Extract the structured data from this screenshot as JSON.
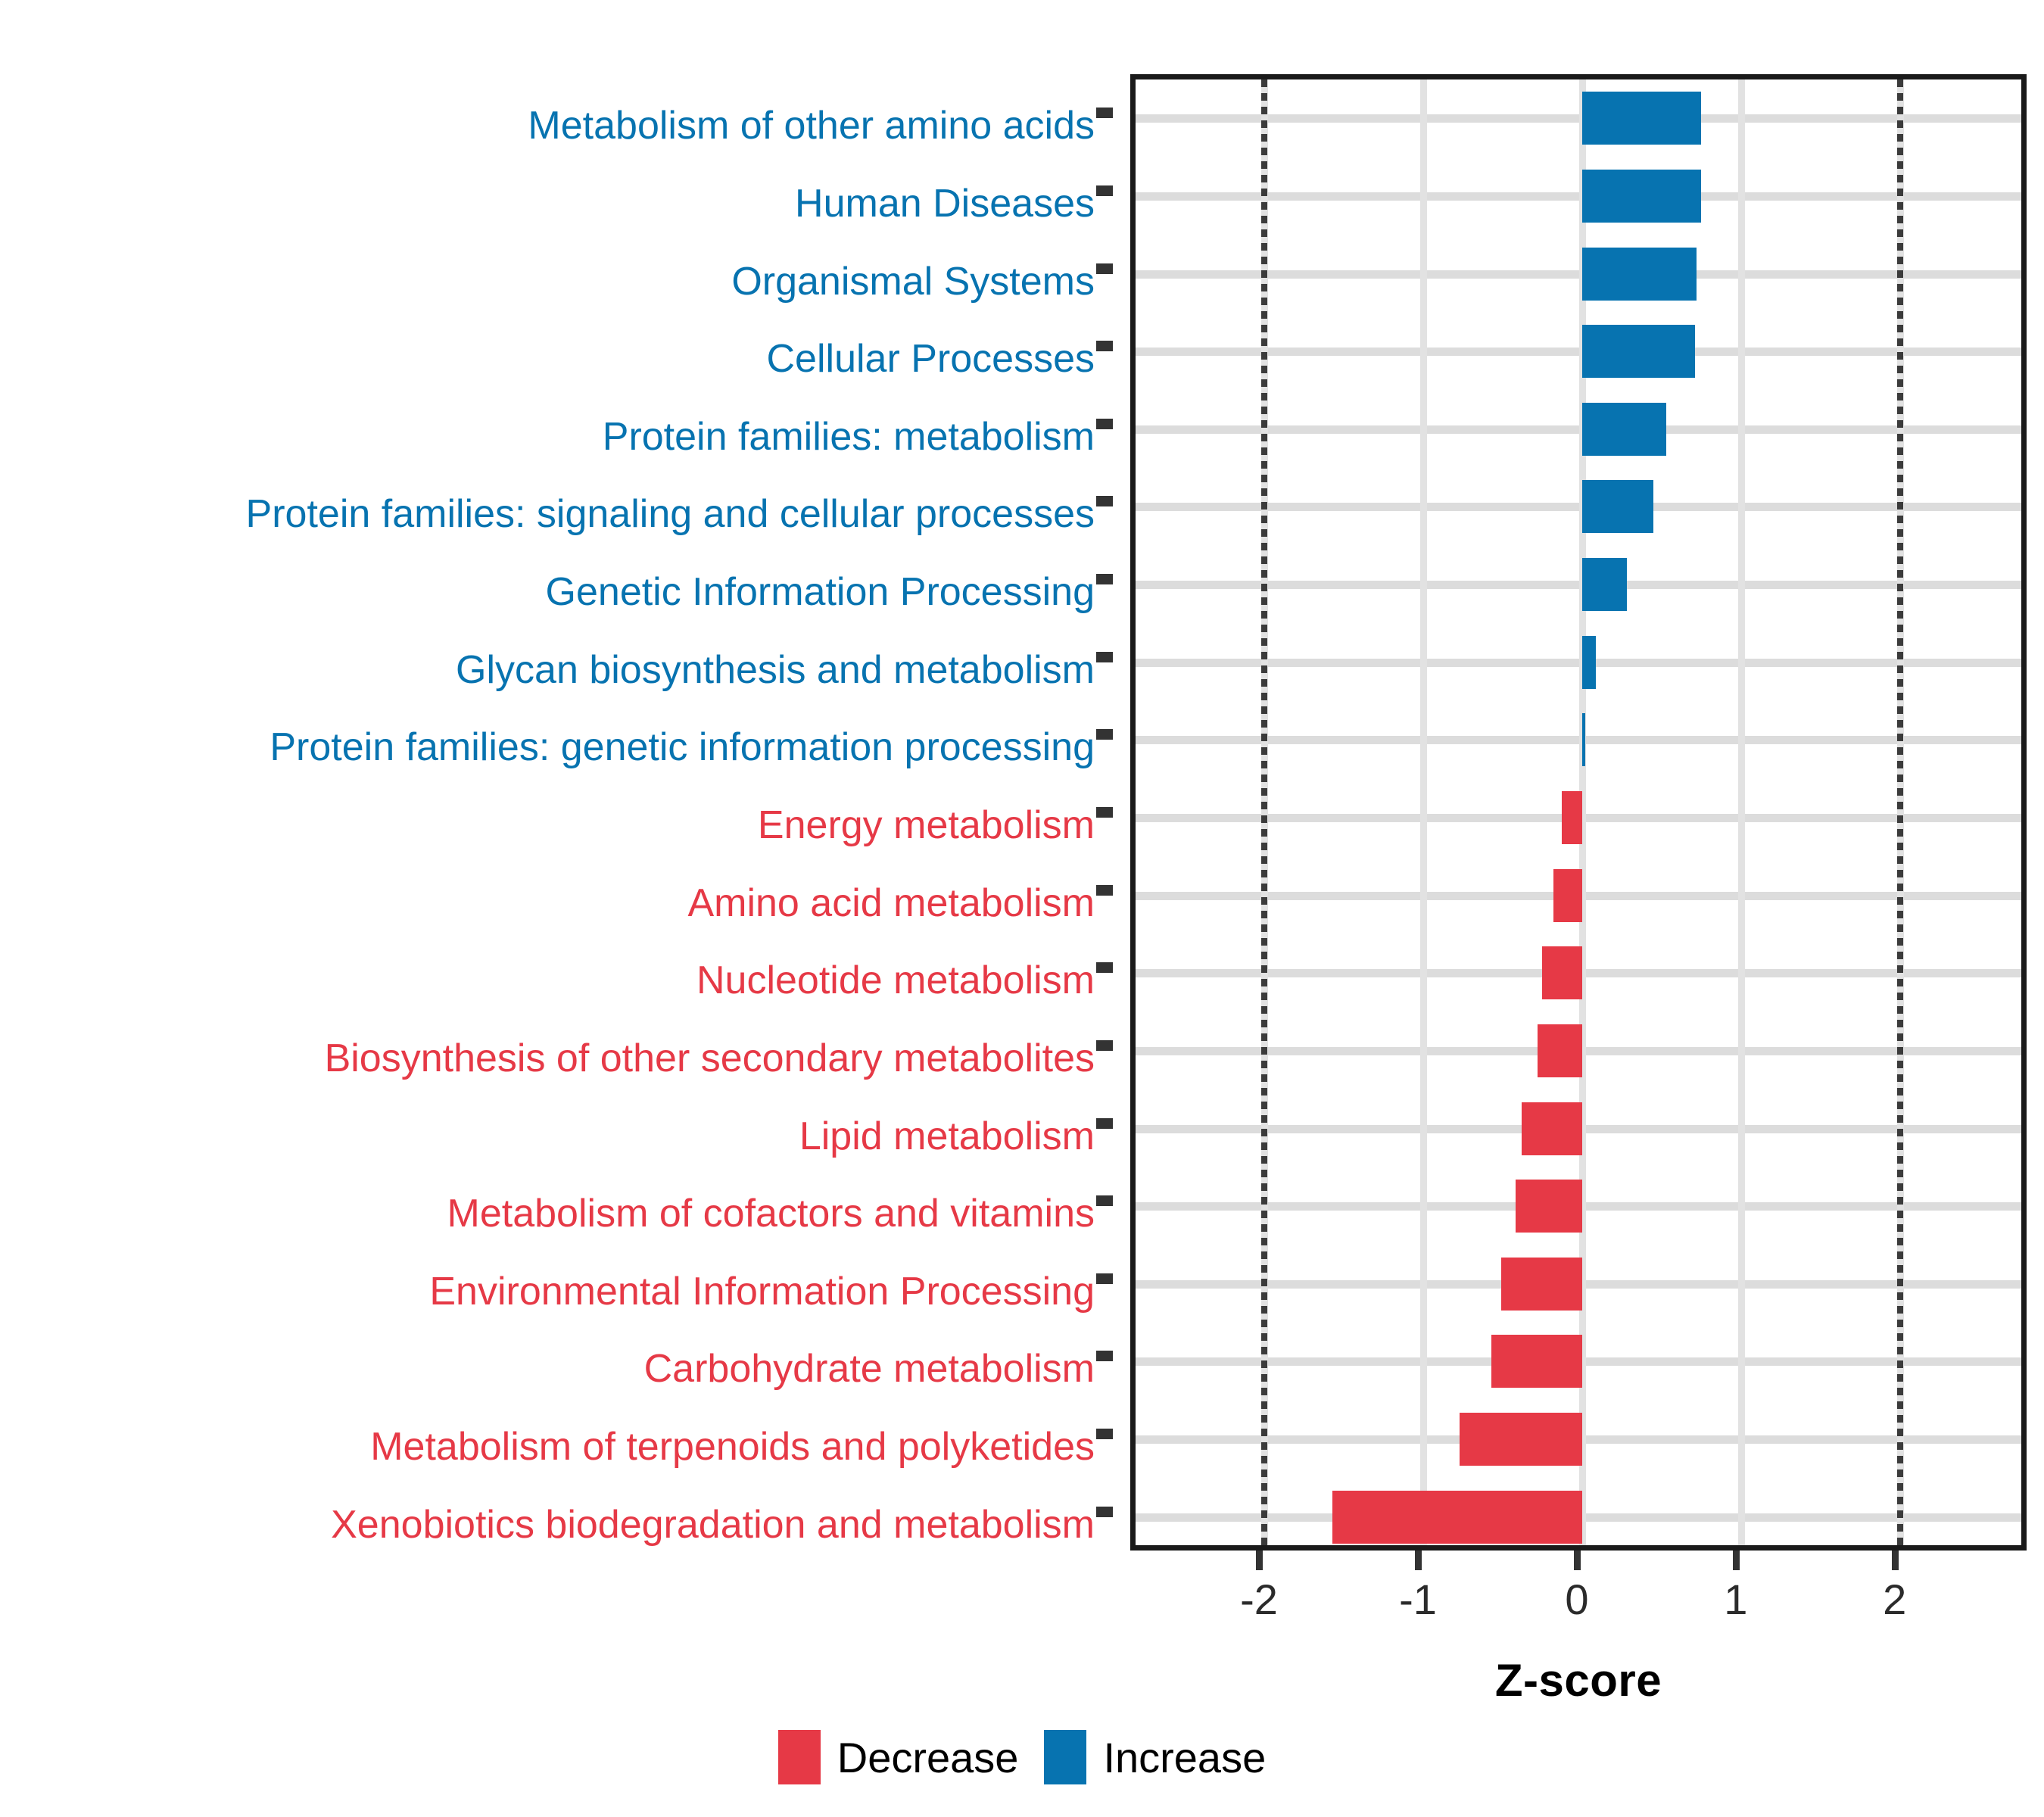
{
  "chart_data": {
    "type": "bar",
    "orientation": "horizontal",
    "title": "",
    "xlabel": "Z-score",
    "ylabel": "",
    "xlim": [
      -2.81,
      2.83
    ],
    "xticks": [
      -2,
      -1,
      0,
      1,
      2
    ],
    "xticklabels": [
      "-2",
      "-1",
      "0",
      "1",
      "2"
    ],
    "grid": "major-x-and-y",
    "reference_lines": [
      -2,
      2
    ],
    "categories": [
      "Metabolism of other amino acids",
      "Human Diseases",
      "Organismal Systems",
      "Cellular Processes",
      "Protein families: metabolism",
      "Protein families: signaling and cellular processes",
      "Genetic Information Processing",
      "Glycan biosynthesis and metabolism",
      "Protein families: genetic information processing",
      "Energy metabolism",
      "Amino acid metabolism",
      "Nucleotide metabolism",
      "Biosynthesis of other secondary metabolites",
      "Lipid metabolism",
      "Metabolism of cofactors and vitamins",
      "Environmental Information Processing",
      "Carbohydrate metabolism",
      "Metabolism of terpenoids and polyketides",
      "Xenobiotics biodegradation and metabolism"
    ],
    "values": [
      0.75,
      0.75,
      0.72,
      0.71,
      0.53,
      0.45,
      0.28,
      0.085,
      0.02,
      -0.13,
      -0.18,
      -0.25,
      -0.28,
      -0.38,
      -0.42,
      -0.51,
      -0.57,
      -0.77,
      -1.57
    ],
    "groups": [
      "Increase",
      "Increase",
      "Increase",
      "Increase",
      "Increase",
      "Increase",
      "Increase",
      "Increase",
      "Increase",
      "Decrease",
      "Decrease",
      "Decrease",
      "Decrease",
      "Decrease",
      "Decrease",
      "Decrease",
      "Decrease",
      "Decrease",
      "Decrease"
    ],
    "legend": {
      "position": "bottom",
      "entries": [
        {
          "label": "Decrease",
          "color": "#e63946"
        },
        {
          "label": "Increase",
          "color": "#0773b0"
        }
      ]
    },
    "colors": {
      "increase": "#0773b0",
      "decrease": "#e63946",
      "grid": "#dcdcdc",
      "axis": "#1a1a1a",
      "reference_line": "#3b3b3b"
    }
  }
}
